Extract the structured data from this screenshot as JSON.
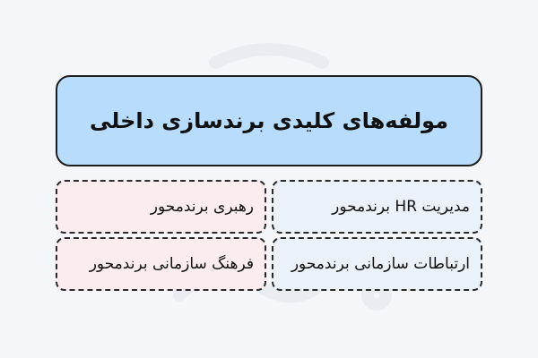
{
  "title": "مولفه‌های کلیدی برندسازی داخلی",
  "cards": [
    {
      "label": "مدیریت HR برندمحور",
      "color": "#eaf1f9"
    },
    {
      "label": "رهبری برندمحور",
      "color": "#fbecef"
    },
    {
      "label": "ارتباطات سازمانی برندمحور",
      "color": "#eaf1f9"
    },
    {
      "label": "فرهنگ سازمانی برندمحور",
      "color": "#fbecef"
    }
  ],
  "colors": {
    "background": "#f4f6f9",
    "title_fill": "#b8dcfb",
    "border": "#1d1d1d"
  }
}
